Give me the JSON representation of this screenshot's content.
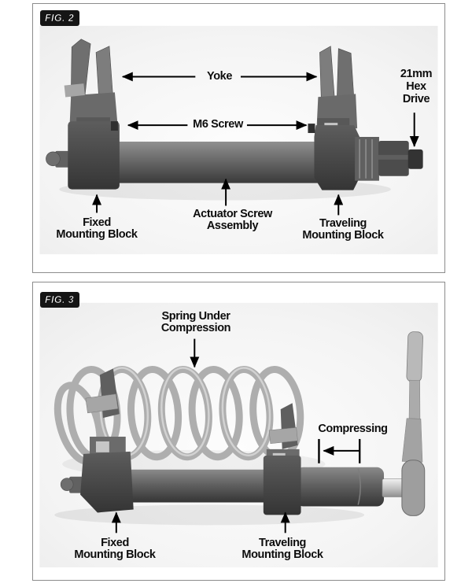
{
  "document": {
    "description": "Two labeled instruction-manual photo figures of a coil spring compressor tool",
    "figures": [
      "FIG. 2",
      "FIG. 3"
    ]
  },
  "colors": {
    "panel_border": "#8c8c8c",
    "badge_bg": "#151515",
    "badge_text": "#ffffff",
    "label_text": "#0d0d0d",
    "arrow": "#000000",
    "metal_dark": "#474747",
    "metal_mid": "#6e6e6e",
    "metal_light": "#a6a6a6",
    "clamp_light": "#c6c6c6",
    "spring_gray": "#aeaeae",
    "chrome": "#d6d6d6"
  },
  "fig2": {
    "badge": "FIG. 2",
    "labels": {
      "yoke": "Yoke",
      "m6_screw": "M6 Screw",
      "hex_drive_lines": [
        "21mm",
        "Hex",
        "Drive"
      ],
      "fixed_block_lines": [
        "Fixed",
        "Mounting Block"
      ],
      "actuator_lines": [
        "Actuator Screw",
        "Assembly"
      ],
      "traveling_block_lines": [
        "Traveling",
        "Mounting Block"
      ]
    }
  },
  "fig3": {
    "badge": "FIG. 3",
    "labels": {
      "spring_lines": [
        "Spring Under",
        "Compression"
      ],
      "compressing": "Compressing",
      "fixed_block_lines": [
        "Fixed",
        "Mounting Block"
      ],
      "traveling_block_lines": [
        "Traveling",
        "Mounting Block"
      ]
    }
  }
}
